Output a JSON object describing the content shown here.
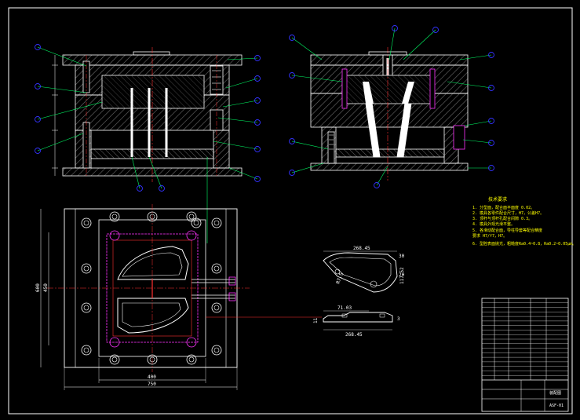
{
  "colors": {
    "background": "#000000",
    "outline": "#ffffff",
    "hatch": "#6e6e6e",
    "centerline": "#ff3030",
    "leader": "#00ff66",
    "balloon": "#3333ff",
    "pin": "#ff33ff",
    "notes": "#ffff00",
    "dimension": "#ffffff"
  },
  "notes": {
    "title": "技术要求",
    "items": [
      "1. 分型面，配合面平面度 0.02。",
      "2. 模具各零件配合尺寸，H7，公差H7。",
      "3. 顶杆与顶杆孔配合间隙 0.3。",
      "4. 模具外观光滑平整。",
      "5. 各滑动配合面，导柱导套等配合精度",
      "   要求 H7/f7，H7。",
      "6. 型腔表面抛光，粗糙度Ra0.4~0.8，Ra0.2~0.05μm。"
    ]
  },
  "dimensions": {
    "plan_width_inner": "400",
    "plan_width_outer": "750",
    "plan_height_outer": "600",
    "plan_height_inner": "450",
    "part_length_top": "268.45",
    "part_length_bottom": "268.45",
    "part_offset": "71.03",
    "part_height": "30",
    "part_side_1": "117.52",
    "part_radius": "R7.5",
    "part_width_right": "20",
    "part_thickness": "3",
    "part_small": "11"
  },
  "title_block": {
    "drawing_name": "装配图",
    "drawing_no": "ASF-01",
    "rows": 18
  }
}
